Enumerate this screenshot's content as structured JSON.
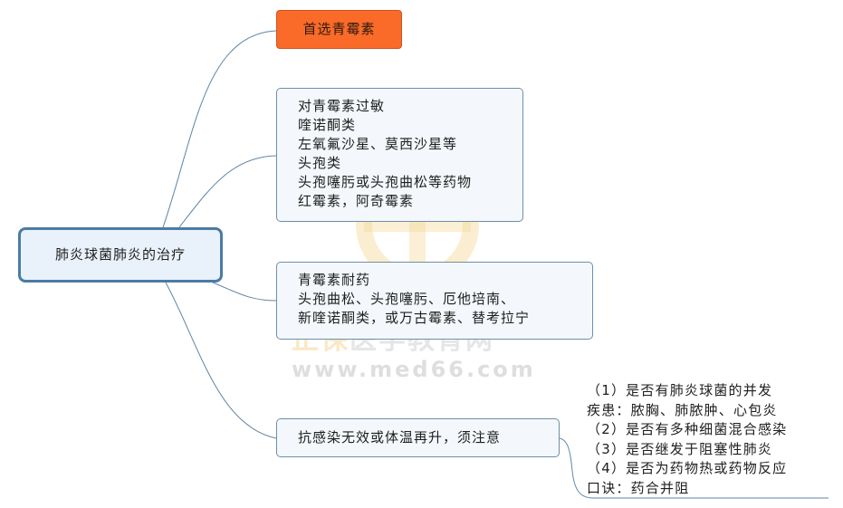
{
  "diagram": {
    "type": "mind-map",
    "root": {
      "label": "肺炎球菌肺炎的治疗"
    },
    "branches": [
      {
        "id": "first-choice",
        "lines": [
          "首选青霉素"
        ],
        "style": "highlight",
        "fill_color": "#fa6a28"
      },
      {
        "id": "penicillin-allergy",
        "lines": [
          "对青霉素过敏",
          "喹诺酮类",
          "左氧氟沙星、莫西沙星等",
          "头孢类",
          "头孢噻肟或头孢曲松等药物",
          "红霉素，阿奇霉素"
        ]
      },
      {
        "id": "penicillin-resistance",
        "lines": [
          "青霉素耐药",
          "头孢曲松、头孢噻肟、厄他培南、",
          "新喹诺酮类，或万古霉素、替考拉宁"
        ]
      },
      {
        "id": "ineffective-treatment",
        "lines": [
          "抗感染无效或体温再升，须注意"
        ],
        "note": {
          "lines": [
            "（1）是否有肺炎球菌的并发",
            "疾患：脓胸、肺脓肿、心包炎",
            "（2）是否有多种细菌混合感染",
            "（3）是否继发于阻塞性肺炎",
            "（4）是否为药物热或药物反应",
            "口诀：药合并阻"
          ]
        }
      }
    ],
    "colors": {
      "root_border": "#4a7ca4",
      "root_fill": "#e9f1fa",
      "box_fill": "#f4f8fc",
      "box_border": "#6f8ea8",
      "connector": "#5f86a6",
      "highlight": "#fa6a28"
    }
  },
  "watermark": {
    "logo": "circle-cross-logo",
    "text_cn_accent": "正保",
    "text_cn": "医学教育网",
    "url": "www.med66.com"
  }
}
